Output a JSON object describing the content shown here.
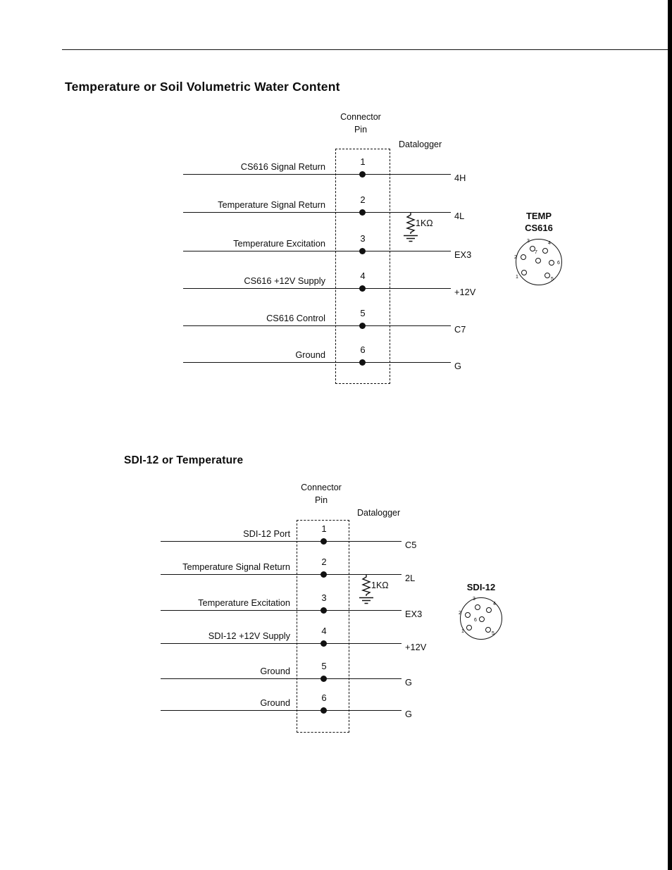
{
  "titles": {
    "diagram1": "Temperature or Soil Volumetric Water Content",
    "diagram2": "SDI-12 or Temperature"
  },
  "diagram1": {
    "connector_pin_header": [
      "Connector",
      "Pin"
    ],
    "datalogger_header": "Datalogger",
    "resistor_label": "1KΩ",
    "rows": [
      {
        "label": "CS616 Signal Return",
        "pin": "1",
        "terminal": "4H"
      },
      {
        "label": "Temperature Signal Return",
        "pin": "2",
        "terminal": "4L"
      },
      {
        "label": "Temperature Excitation",
        "pin": "3",
        "terminal": "EX3"
      },
      {
        "label": "CS616 +12V Supply",
        "pin": "4",
        "terminal": "+12V"
      },
      {
        "label": "CS616 Control",
        "pin": "5",
        "terminal": "C7"
      },
      {
        "label": "Ground",
        "pin": "6",
        "terminal": "G"
      }
    ],
    "connector": {
      "name_line1": "TEMP",
      "name_line2": "CS616",
      "pins": [
        "1",
        "2",
        "3",
        "4",
        "5",
        "6",
        "7"
      ]
    }
  },
  "diagram2": {
    "connector_pin_header": [
      "Connector",
      "Pin"
    ],
    "datalogger_header": "Datalogger",
    "resistor_label": "1KΩ",
    "rows": [
      {
        "label": "SDI-12 Port",
        "pin": "1",
        "terminal": "C5"
      },
      {
        "label": "Temperature Signal Return",
        "pin": "2",
        "terminal": "2L"
      },
      {
        "label": "Temperature Excitation",
        "pin": "3",
        "terminal": "EX3"
      },
      {
        "label": "SDI-12 +12V Supply",
        "pin": "4",
        "terminal": "+12V"
      },
      {
        "label": "Ground",
        "pin": "5",
        "terminal": "G"
      },
      {
        "label": "Ground",
        "pin": "6",
        "terminal": "G"
      }
    ],
    "connector": {
      "name_line1": "SDI-12",
      "pins": [
        "1",
        "2",
        "3",
        "4",
        "5",
        "6"
      ]
    }
  }
}
